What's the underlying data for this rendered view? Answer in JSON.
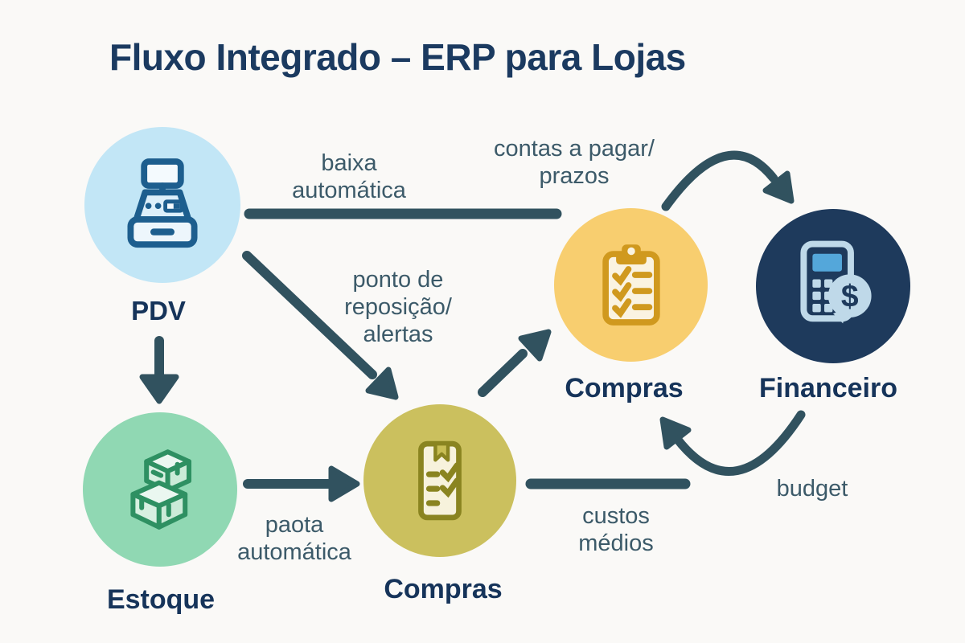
{
  "title": "Fluxo Integrado – ERP para Lojas",
  "colors": {
    "background": "#FAF9F7",
    "title_text": "#1B3A60",
    "node_label_text": "#16345A",
    "edge_label_text": "#3C5A69",
    "arrow": "#31525F",
    "pdv_circle": "#C2E6F6",
    "estoque_circle": "#90D8B3",
    "compras_pedido_circle": "#CBC05E",
    "compras_circle": "#F8CE6F",
    "financeiro_circle": "#1E3A5C"
  },
  "nodes": [
    {
      "id": "pdv",
      "label": "PDV",
      "color": "#C2E6F6",
      "icon": "cash-register-icon"
    },
    {
      "id": "estoque",
      "label": "Estoque",
      "color": "#90D8B3",
      "icon": "stacked-boxes-icon"
    },
    {
      "id": "compras-pedido",
      "label": "Compras",
      "color": "#CBC05E",
      "icon": "document-checklist-icon"
    },
    {
      "id": "compras",
      "label": "Compras",
      "color": "#F8CE6F",
      "icon": "clipboard-checklist-icon"
    },
    {
      "id": "financeiro",
      "label": "Financeiro",
      "color": "#1E3A5C",
      "icon": "calculator-dollar-icon"
    }
  ],
  "edges": [
    {
      "from": "pdv",
      "to": "compras",
      "label": "baixa automática",
      "shape": "straight-line"
    },
    {
      "from": "compras",
      "to": "financeiro",
      "label": "contas a pagar/ prazos",
      "shape": "curved-arrow"
    },
    {
      "from": "pdv",
      "to": "estoque",
      "label": "",
      "shape": "arrow-down"
    },
    {
      "from": "pdv",
      "to": "compras-pedido",
      "label": "ponto de reposição/ alertas",
      "shape": "diagonal-arrow"
    },
    {
      "from": "estoque",
      "to": "compras-pedido",
      "label": "paota automática",
      "shape": "arrow-right"
    },
    {
      "from": "compras-pedido",
      "to": "compras",
      "label": "",
      "shape": "diagonal-arrow"
    },
    {
      "from": "compras-pedido",
      "to": "financeiro",
      "label": "custos médios",
      "shape": "straight-line"
    },
    {
      "from": "financeiro",
      "to": "compras",
      "label": "budget",
      "shape": "curved-arrow"
    }
  ],
  "edge_labels": {
    "baixa_automatica": [
      "baixa",
      "automática"
    ],
    "contas_a_pagar": [
      "contas a pagar/",
      "prazos"
    ],
    "ponto_reposicao": [
      "ponto de",
      "reposição/",
      "alertas"
    ],
    "paota_automatica": [
      "paota",
      "automática"
    ],
    "custos_medios": [
      "custos",
      "médios"
    ],
    "budget": [
      "budget"
    ]
  }
}
